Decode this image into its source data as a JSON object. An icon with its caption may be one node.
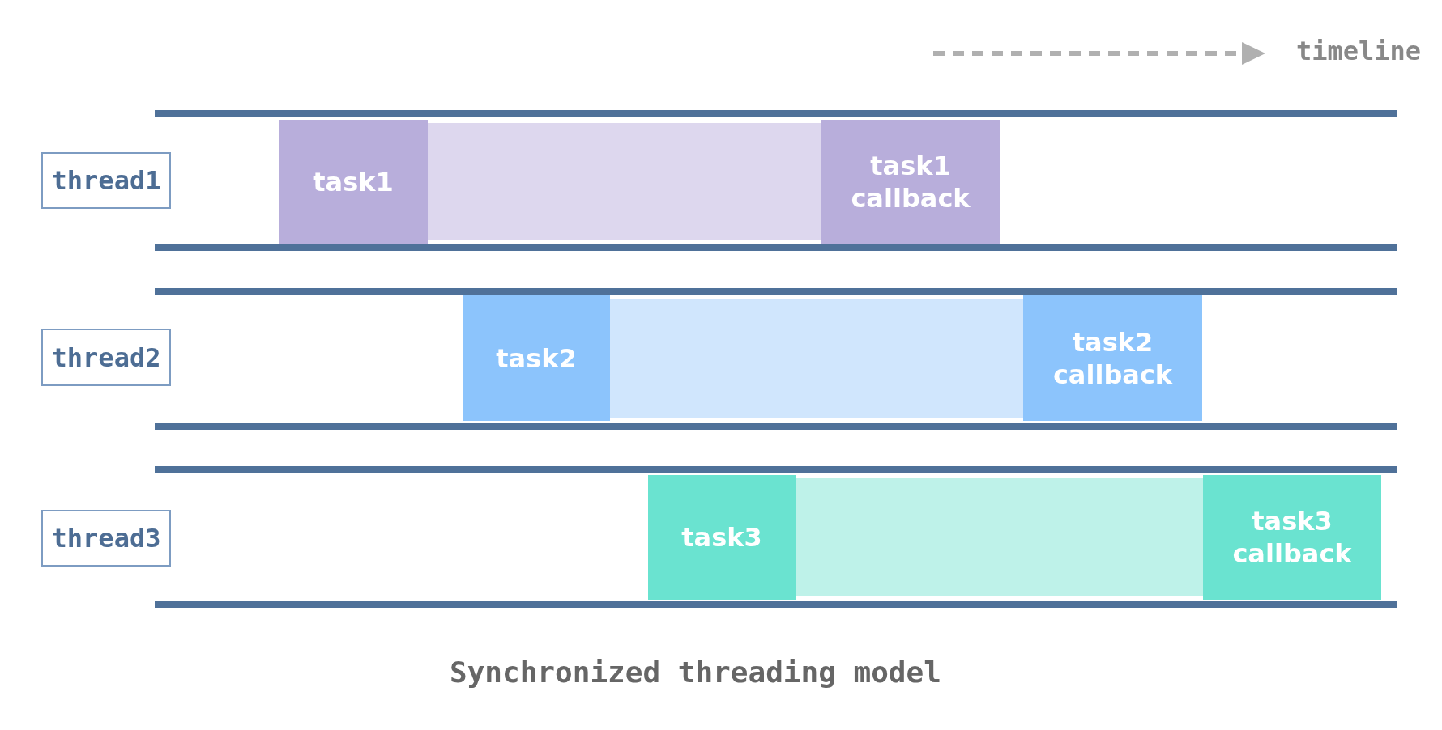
{
  "diagram": {
    "caption": "Synchronized threading model",
    "nodes": [
      {
        "text": [
          "thread1"
        ]
      },
      {
        "text": [
          "task1"
        ]
      },
      {
        "text": [],
        "shape": "box"
      },
      {
        "text": [
          "task1 callback"
        ]
      },
      {
        "text": [
          "thread2"
        ]
      },
      {
        "text": [
          "task2"
        ]
      },
      {
        "text": [],
        "shape": "box"
      },
      {
        "text": [
          "task2 callback"
        ]
      },
      {
        "text": [
          "thread3"
        ]
      },
      {
        "text": [
          "task3"
        ]
      },
      {
        "text": [],
        "shape": "box"
      },
      {
        "text": [
          "task3 callback"
        ]
      }
    ],
    "edges": [],
    "labels": [
      "timeline"
    ]
  }
}
